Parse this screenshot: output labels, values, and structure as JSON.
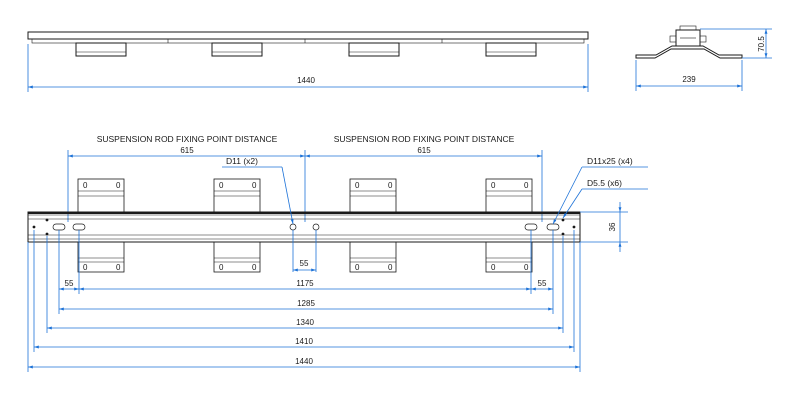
{
  "colors": {
    "dimension": "#1e73d8",
    "outline": "#1a1a1a",
    "background": "#ffffff"
  },
  "top_view": {
    "overall_length": "1440"
  },
  "side_view": {
    "height": "70.5",
    "width": "239"
  },
  "front_view": {
    "suspension_label_left": "SUSPENSION ROD FIXING POINT DISTANCE",
    "suspension_label_right": "SUSPENSION ROD FIXING POINT DISTANCE",
    "suspension_distance_left": "615",
    "suspension_distance_right": "615",
    "callout_center_hole": "D11 (x2)",
    "callout_slots": "D11x25 (x4)",
    "callout_small_holes": "D5.5 (x6)",
    "height_dim": "36",
    "center_gap_dim": "55",
    "edge_left_dim": "55",
    "edge_right_dim": "55",
    "dims": [
      "1175",
      "1285",
      "1340",
      "1410",
      "1440"
    ],
    "bracket_marks": "0"
  }
}
